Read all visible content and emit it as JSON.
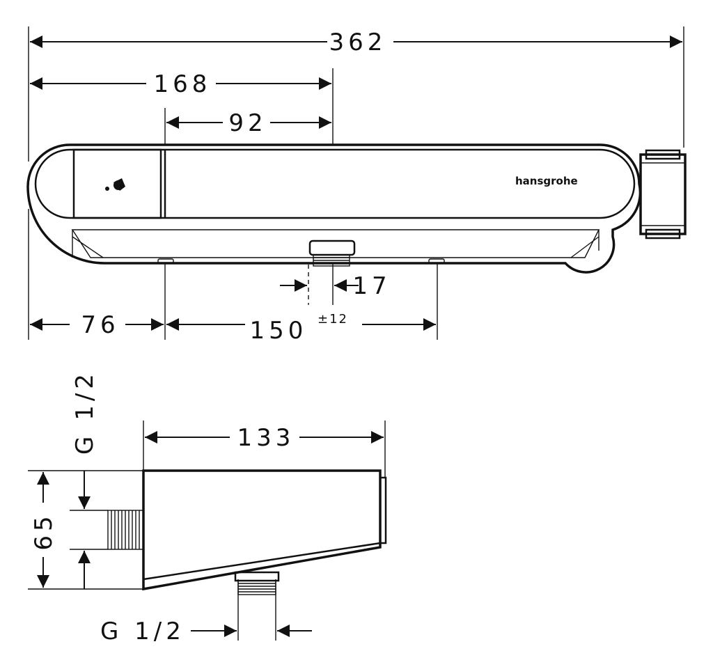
{
  "front_view": {
    "dimensions": {
      "overall_width": "362",
      "to_outlet_left": "168",
      "control_to_outlet": "92",
      "outlet_offset": "17",
      "left_to_connection": "76",
      "connection_spacing": "150",
      "connection_tolerance": "±12"
    },
    "brand_logo": "hansgrohe"
  },
  "side_view": {
    "dimensions": {
      "depth": "133",
      "height": "65",
      "thread_top": "G 1/2",
      "thread_bottom": "G 1/2"
    }
  }
}
